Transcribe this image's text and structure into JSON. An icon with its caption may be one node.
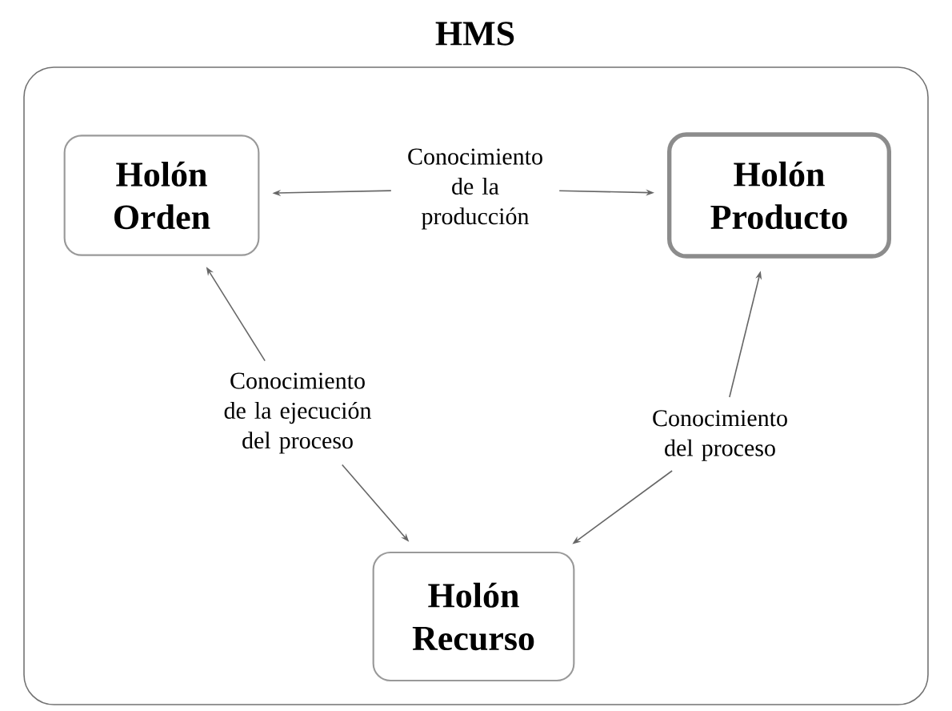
{
  "diagram": {
    "nodes": [
      {
        "text": [
          "HMS"
        ]
      },
      {
        "text": [
          "Holón Orden"
        ],
        "in": 0
      },
      {
        "text": [
          "Holón Producto"
        ],
        "in": 0
      },
      {
        "text": [
          "Holón Recurso"
        ],
        "in": 0
      },
      {
        "text": [
          "Conocimiento de la producción"
        ],
        "in": 0
      },
      {
        "text": [
          "Conocimiento de la ejecución del proceso"
        ],
        "in": 0
      },
      {
        "text": [
          "Conocimiento del proceso"
        ],
        "in": 0
      }
    ],
    "edges": [
      {
        "from": 4,
        "to": 1,
        "arrow": "to"
      },
      {
        "from": 4,
        "to": 2,
        "arrow": "to"
      },
      {
        "from": 5,
        "to": 1,
        "arrow": "to"
      },
      {
        "from": 5,
        "to": 3,
        "arrow": "to"
      },
      {
        "from": 6,
        "to": 2,
        "arrow": "to"
      },
      {
        "from": 6,
        "to": 3,
        "arrow": "to"
      }
    ]
  }
}
